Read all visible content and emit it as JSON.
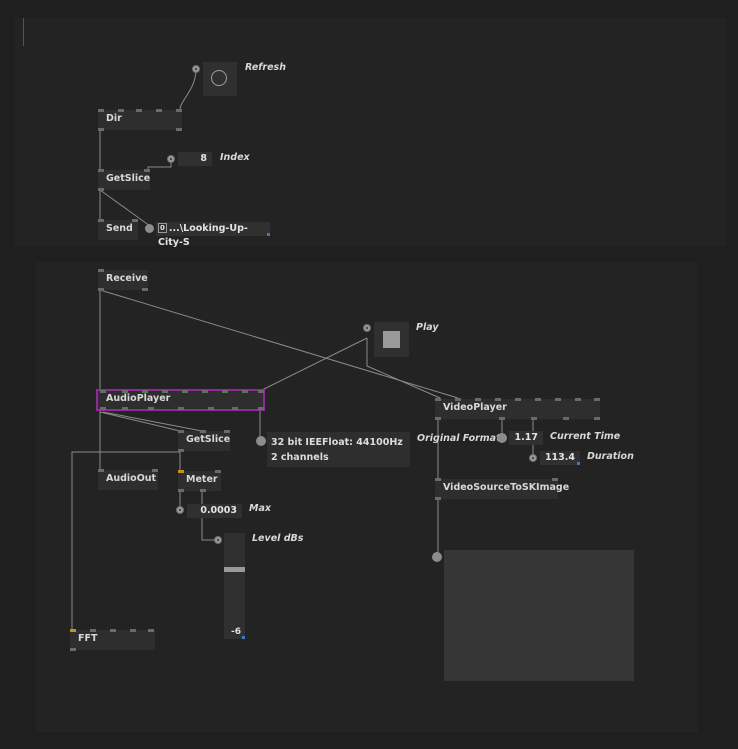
{
  "nodes": {
    "dir": "Dir",
    "getslice_top": "GetSlice",
    "send": "Send",
    "receive": "Receive",
    "audioplayer": "AudioPlayer",
    "getslice_audio": "GetSlice",
    "audioout": "AudioOut",
    "meter": "Meter",
    "fft": "FFT",
    "videoplayer": "VideoPlayer",
    "videosource": "VideoSourceToSKImage"
  },
  "iobox": {
    "index_value": "8",
    "path_prefix": "0",
    "path_value": "...\\Looking-Up-City-S",
    "max_value": "0.0003",
    "current_time_value": "1.17",
    "duration_value": "113.4",
    "level_value": "-6",
    "level_fill": 0.66,
    "audio_format": "32 bit IEEFloat: 44100Hz 2 channels"
  },
  "comments": {
    "refresh": "Refresh",
    "index": "Index",
    "play": "Play",
    "original_format": "Original Format",
    "current_time": "Current Time",
    "duration": "Duration",
    "max": "Max",
    "level": "Level dBs"
  },
  "colors": {
    "background": "#1f1f1f",
    "region": "#232323",
    "node": "#2e2e2e",
    "selected": "#8e2a9a",
    "pin": "#6a6a6a",
    "link": "#8a8a8a"
  }
}
